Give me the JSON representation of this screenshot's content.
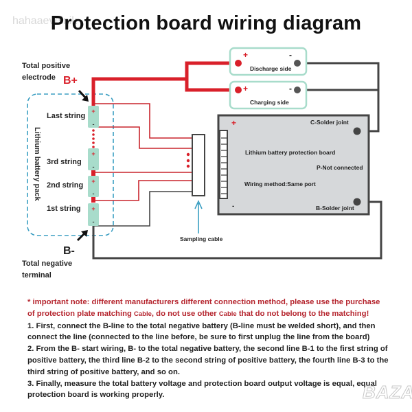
{
  "title": "Protection board wiring diagram",
  "watermark": "hahaaevelnik",
  "labels": {
    "total_positive": [
      "Total positive",
      "electrode"
    ],
    "b_plus": "B+",
    "b_minus": "B-",
    "total_negative": [
      "Total negative",
      "terminal"
    ],
    "battery_pack": "Lithium battery pack",
    "sampling_cable": "Sampling cable"
  },
  "strings": [
    {
      "label": "Last string"
    },
    {
      "label": "3rd string"
    },
    {
      "label": "2nd string"
    },
    {
      "label": "1st string"
    }
  ],
  "ports": {
    "discharge": {
      "label": "Discharge side",
      "plus": "+",
      "minus": "-"
    },
    "charging": {
      "label": "Charging side",
      "plus": "+",
      "minus": "-"
    }
  },
  "board": {
    "name": "Lithium battery protection board",
    "c_joint": "C-Solder joint",
    "b_joint": "B-Solder joint",
    "p_note": "P-Not connected",
    "wiring": "Wiring method:Same port",
    "plus": "+",
    "minus": "-"
  },
  "notes": {
    "warn_1": "* important note: different manufacturers different connection method, please use the purchase",
    "warn_2a": "of protection plate matching ",
    "warn_cable": "Cable",
    "warn_2b": ", do not use other ",
    "warn_2c": " that do not belong to the matching!",
    "step1": "1. First, connect the B-line to the total negative battery (B-line must be welded short), and then connect the line (connected to the line before, be sure to first unplug the line from the board)",
    "step2": "2. From the B- start wiring, B- to the total negative battery, the second line B-1 to the first string of positive battery, the third line B-2 to the second string of positive battery, the fourth line B-3 to the third string of positive battery, and so on.",
    "step3": "3. Finally, measure the total battery voltage and protection board output voltage is equal, equal protection board is working properly."
  },
  "colors": {
    "wire_positive": "#d9202a",
    "wire_negative": "#444444",
    "cell_fill": "#a8dccb",
    "pack_border": "#3a9ec2",
    "board_fill": "#d6d8da"
  },
  "logo": "BAZAR"
}
